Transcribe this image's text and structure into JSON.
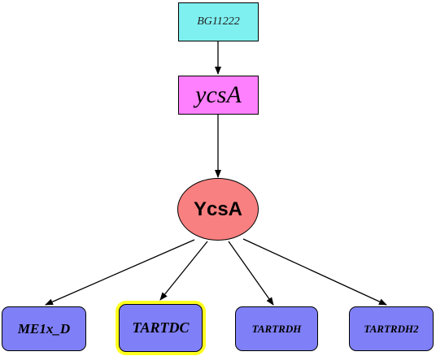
{
  "nodes": {
    "gene_id": "BG11222",
    "gene": "ycsA",
    "protein": "YcsA",
    "reactions": [
      "ME1x_D",
      "TARTDC",
      "TARTRDH",
      "TARTRDH2"
    ]
  },
  "highlighted_reaction": "TARTDC",
  "colors": {
    "gene_id_fill": "#7ff0f0",
    "gene_fill": "#ff80ff",
    "protein_fill": "#f98080",
    "reaction_fill": "#7f7ff7",
    "highlight": "#ffff20"
  }
}
